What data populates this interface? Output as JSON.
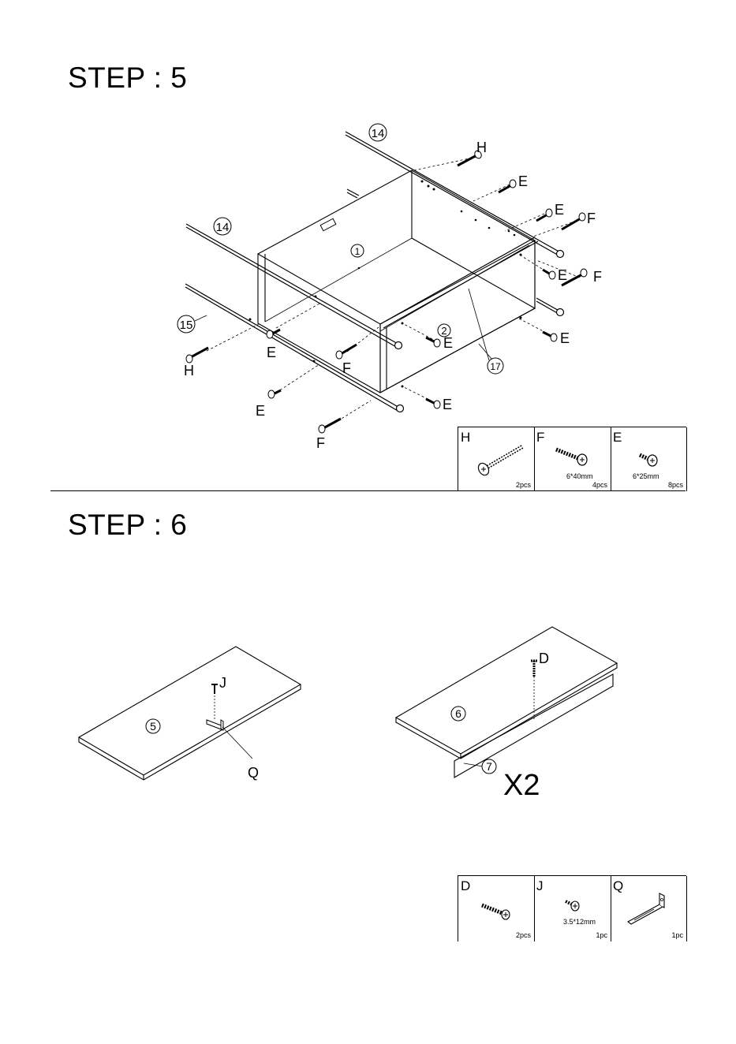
{
  "step5": {
    "title": "STEP : 5",
    "callouts": {
      "p14a": "14",
      "p14b": "14",
      "p15": "15",
      "p1": "1",
      "p2": "2",
      "p17": "17"
    },
    "screw_labels": {
      "h_top": "H",
      "h_left": "H",
      "e1": "E",
      "e2": "E",
      "e3": "E",
      "e4": "E",
      "e5": "E",
      "e6": "E",
      "e7": "E",
      "e8": "E",
      "f1": "F",
      "f2": "F",
      "f3": "F",
      "f4": "F"
    },
    "parts": [
      {
        "code": "H",
        "spec": "",
        "qty": "2pcs"
      },
      {
        "code": "F",
        "spec": "6*40mm",
        "qty": "4pcs"
      },
      {
        "code": "E",
        "spec": "6*25mm",
        "qty": "8pcs"
      }
    ]
  },
  "step6": {
    "title": "STEP : 6",
    "callouts": {
      "p5": "5",
      "p6": "6",
      "p7": "7"
    },
    "labels": {
      "j": "J",
      "q": "Q",
      "d": "D"
    },
    "multiplier": "X2",
    "parts": [
      {
        "code": "D",
        "spec": "",
        "qty": "2pcs"
      },
      {
        "code": "J",
        "spec": "3.5*12mm",
        "qty": "1pc"
      },
      {
        "code": "Q",
        "spec": "",
        "qty": "1pc"
      }
    ]
  }
}
